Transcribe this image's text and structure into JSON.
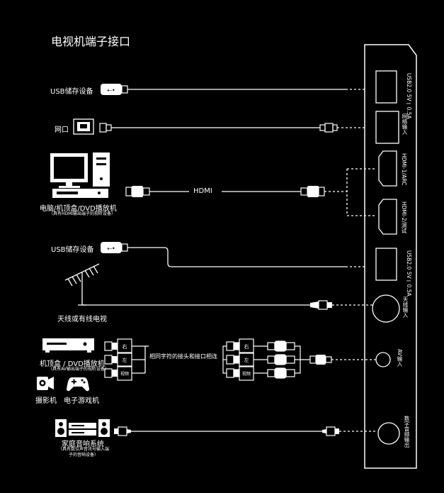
{
  "title": "电视机端子接口",
  "devices": {
    "usb1": "USB储存设备",
    "network": "网口",
    "pc_dvd": "电脑/机顶盒/DVD播放机",
    "pc_dvd_note": "（具有HDMI输出端子的视听设备）",
    "hdmi": "HDMI",
    "usb2": "USB储存设备",
    "antenna": "天线或有线电视",
    "stb_dvd": "机顶盒 / DVD播放机",
    "stb_dvd_note": "（具有AV输出端子的视听设备）",
    "camera": "摄影机",
    "game": "电子游戏机",
    "av_note": "相同字符的接头和接口相连",
    "home_audio": "家庭音响系统",
    "home_audio_note": "（具有数位声音讯号输入端子的音响设备）"
  },
  "rca_labels": [
    "右",
    "左",
    "视频"
  ],
  "ports": {
    "usb1": "USB2.0 5V⎓0.5A",
    "network": "网络输入",
    "hdmi1": "HDMI-1/ARC",
    "hdmi2": "HDMI-2/测试",
    "usb2": "USB2.0 5V⎓0.5A",
    "antenna": "天线输入",
    "av": "AV输入",
    "digital_audio": "数字音频输出"
  }
}
